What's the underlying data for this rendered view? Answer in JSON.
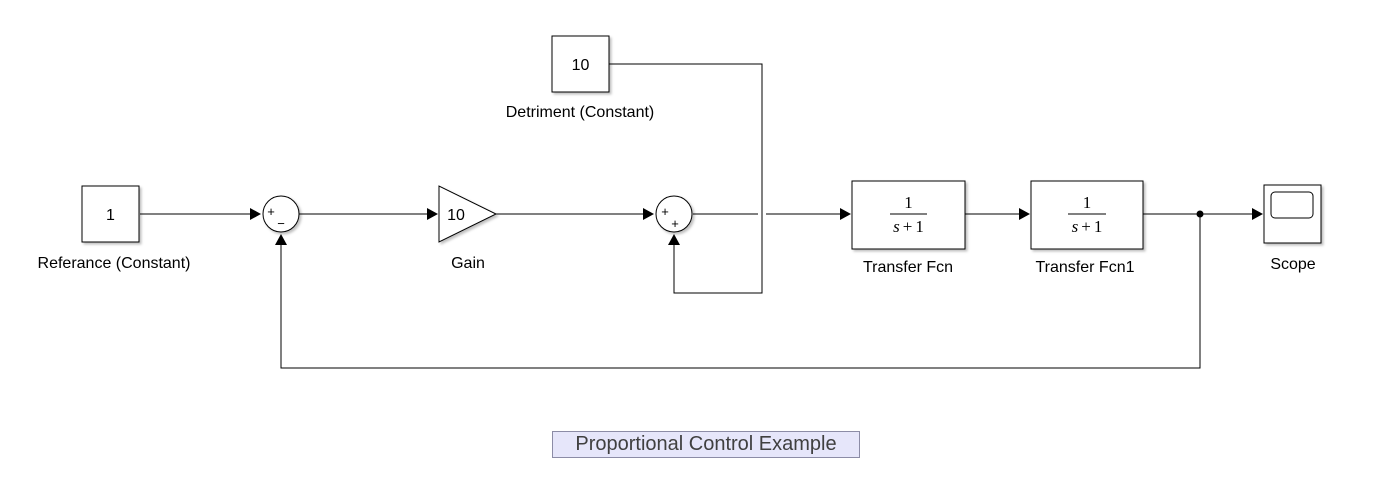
{
  "blocks": {
    "reference": {
      "value": "1",
      "label": "Referance (Constant)"
    },
    "detriment": {
      "value": "10",
      "label": "Detriment (Constant)"
    },
    "gain": {
      "value": "10",
      "label": "Gain"
    },
    "sum1": {
      "sign_top": "+",
      "sign_bottom": "−"
    },
    "sum2": {
      "sign_top": "+",
      "sign_bottom": "+"
    },
    "tf1": {
      "numerator": "1",
      "den_var": "s",
      "den_op": "+",
      "den_const": "1",
      "label": "Transfer Fcn"
    },
    "tf2": {
      "numerator": "1",
      "den_var": "s",
      "den_op": "+",
      "den_const": "1",
      "label": "Transfer Fcn1"
    },
    "scope": {
      "label": "Scope"
    }
  },
  "annotation": "Proportional Control Example"
}
